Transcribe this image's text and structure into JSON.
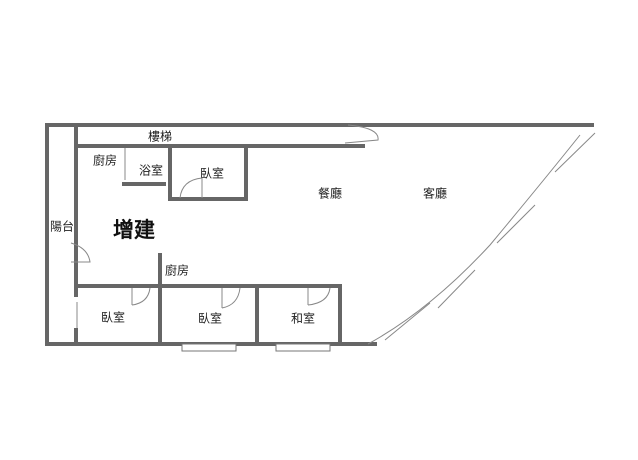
{
  "title": "Floor plan",
  "rooms": {
    "stairs": "樓梯",
    "kitchen_top": "廚房",
    "bathroom": "浴室",
    "bedroom_top": "臥室",
    "dining": "餐廳",
    "living": "客廳",
    "balcony": "陽台",
    "extension": "增建",
    "kitchen_mid": "廚房",
    "bedroom_1": "臥室",
    "bedroom_2": "臥室",
    "japanese_room": "和室"
  },
  "colors": {
    "wall": "#666666",
    "line": "#888888"
  }
}
